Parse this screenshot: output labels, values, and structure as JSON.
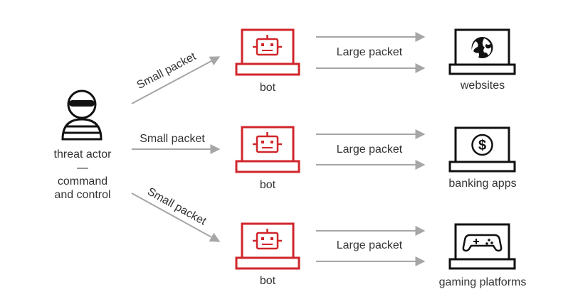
{
  "actor": {
    "label": "threat actor",
    "separator": "—",
    "subtitle_line1": "command",
    "subtitle_line2": "and control",
    "icon": "masked-person-icon"
  },
  "rows": [
    {
      "inbound_label": "Small packet",
      "bot_label": "bot",
      "bot_icon": "robot-face-icon",
      "outbound_label": "Large packet",
      "target_label": "websites",
      "target_icon": "globe-icon"
    },
    {
      "inbound_label": "Small packet",
      "bot_label": "bot",
      "bot_icon": "robot-face-icon",
      "outbound_label": "Large packet",
      "target_label": "banking apps",
      "target_icon": "dollar-coin-icon"
    },
    {
      "inbound_label": "Small packet",
      "bot_label": "bot",
      "bot_icon": "robot-face-icon",
      "outbound_label": "Large packet",
      "target_label": "gaming platforms",
      "target_icon": "gamepad-icon"
    }
  ],
  "colors": {
    "bot": "#d0262b",
    "target": "#111111",
    "arrow": "#a6a6a6",
    "text": "#333333"
  }
}
